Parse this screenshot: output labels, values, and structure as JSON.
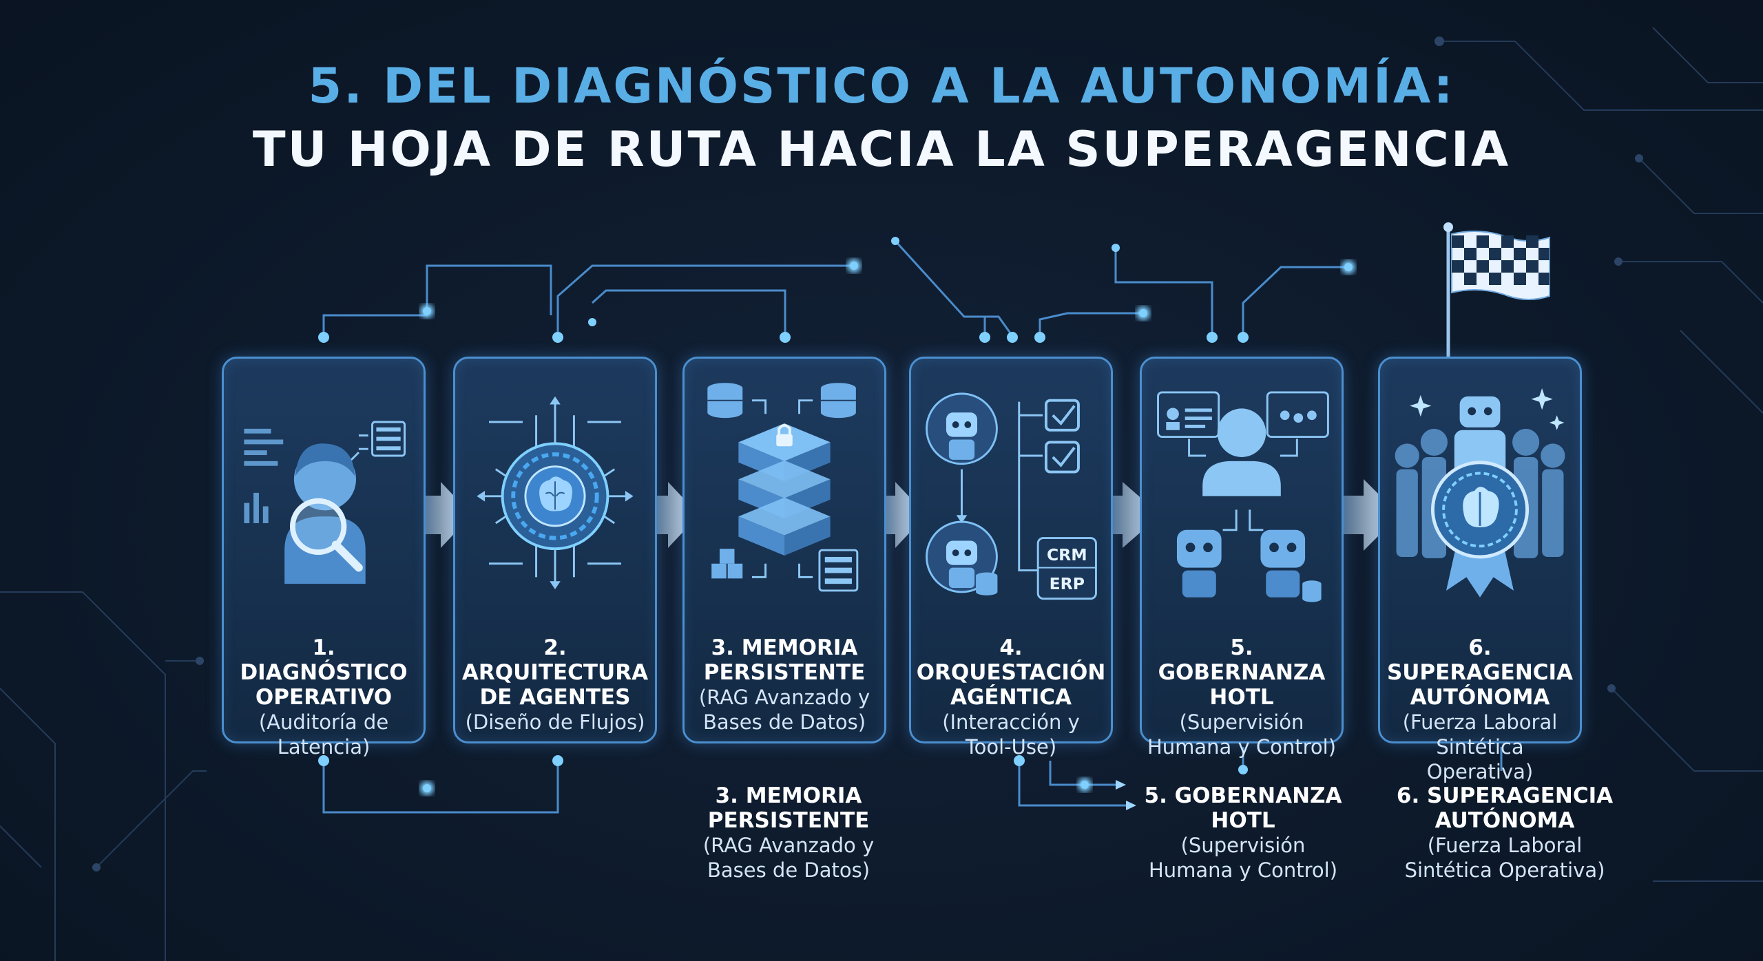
{
  "title": {
    "line1": "5. DEL DIAGNÓSTICO A LA AUTONOMÍA:",
    "line2": "TU HOJA DE RUTA HACIA LA SUPERAGENCIA"
  },
  "colors": {
    "background": "#0d1a2b",
    "accent": "#5aaee6",
    "card_border": "#4b8fd0",
    "glow": "#7fd0ff"
  },
  "steps": [
    {
      "name": "1. DIAGNÓSTICO\nOPERATIVO",
      "desc": "(Auditoría de\nLatencia)",
      "icon": "person-magnifier-icon"
    },
    {
      "name": "2. ARQUITECTURA\nDE AGENTES",
      "desc": "(Diseño de Flujos)",
      "icon": "brain-chip-icon"
    },
    {
      "name": "3. MEMORIA\nPERSISTENTE",
      "desc": "(RAG Avanzado y\nBases de Datos)",
      "icon": "database-stack-icon"
    },
    {
      "name": "4. ORQUESTACIÓN\nAGÉNTICA",
      "desc": "(Interacción y\nTool-Use)",
      "icon": "robot-workflow-icon"
    },
    {
      "name": "5. GOBERNANZA\nHOTL",
      "desc": "(Supervisión\nHumana y Control)",
      "icon": "human-supervisor-icon"
    },
    {
      "name": "6. SUPERAGENCIA\nAUTÓNOMA",
      "desc": "(Fuerza Laboral\nSintética Operativa)",
      "icon": "robot-team-badge-icon"
    }
  ],
  "lower_labels": [
    {
      "name": "3. MEMORIA\nPERSISTENTE",
      "desc": "(RAG Avanzado y\nBases de Datos)"
    },
    {
      "name": "5. GOBERNANZA\nHOTL",
      "desc": "(Supervisión\nHumana y Control)"
    },
    {
      "name": "6. SUPERAGENCIA\nAUTÓNOMA",
      "desc": "(Fuerza Laboral\nSintética Operativa)"
    }
  ],
  "card4_tags": {
    "crm": "CRM",
    "erp": "ERP"
  },
  "finish_icon": "checkered-flag-icon"
}
